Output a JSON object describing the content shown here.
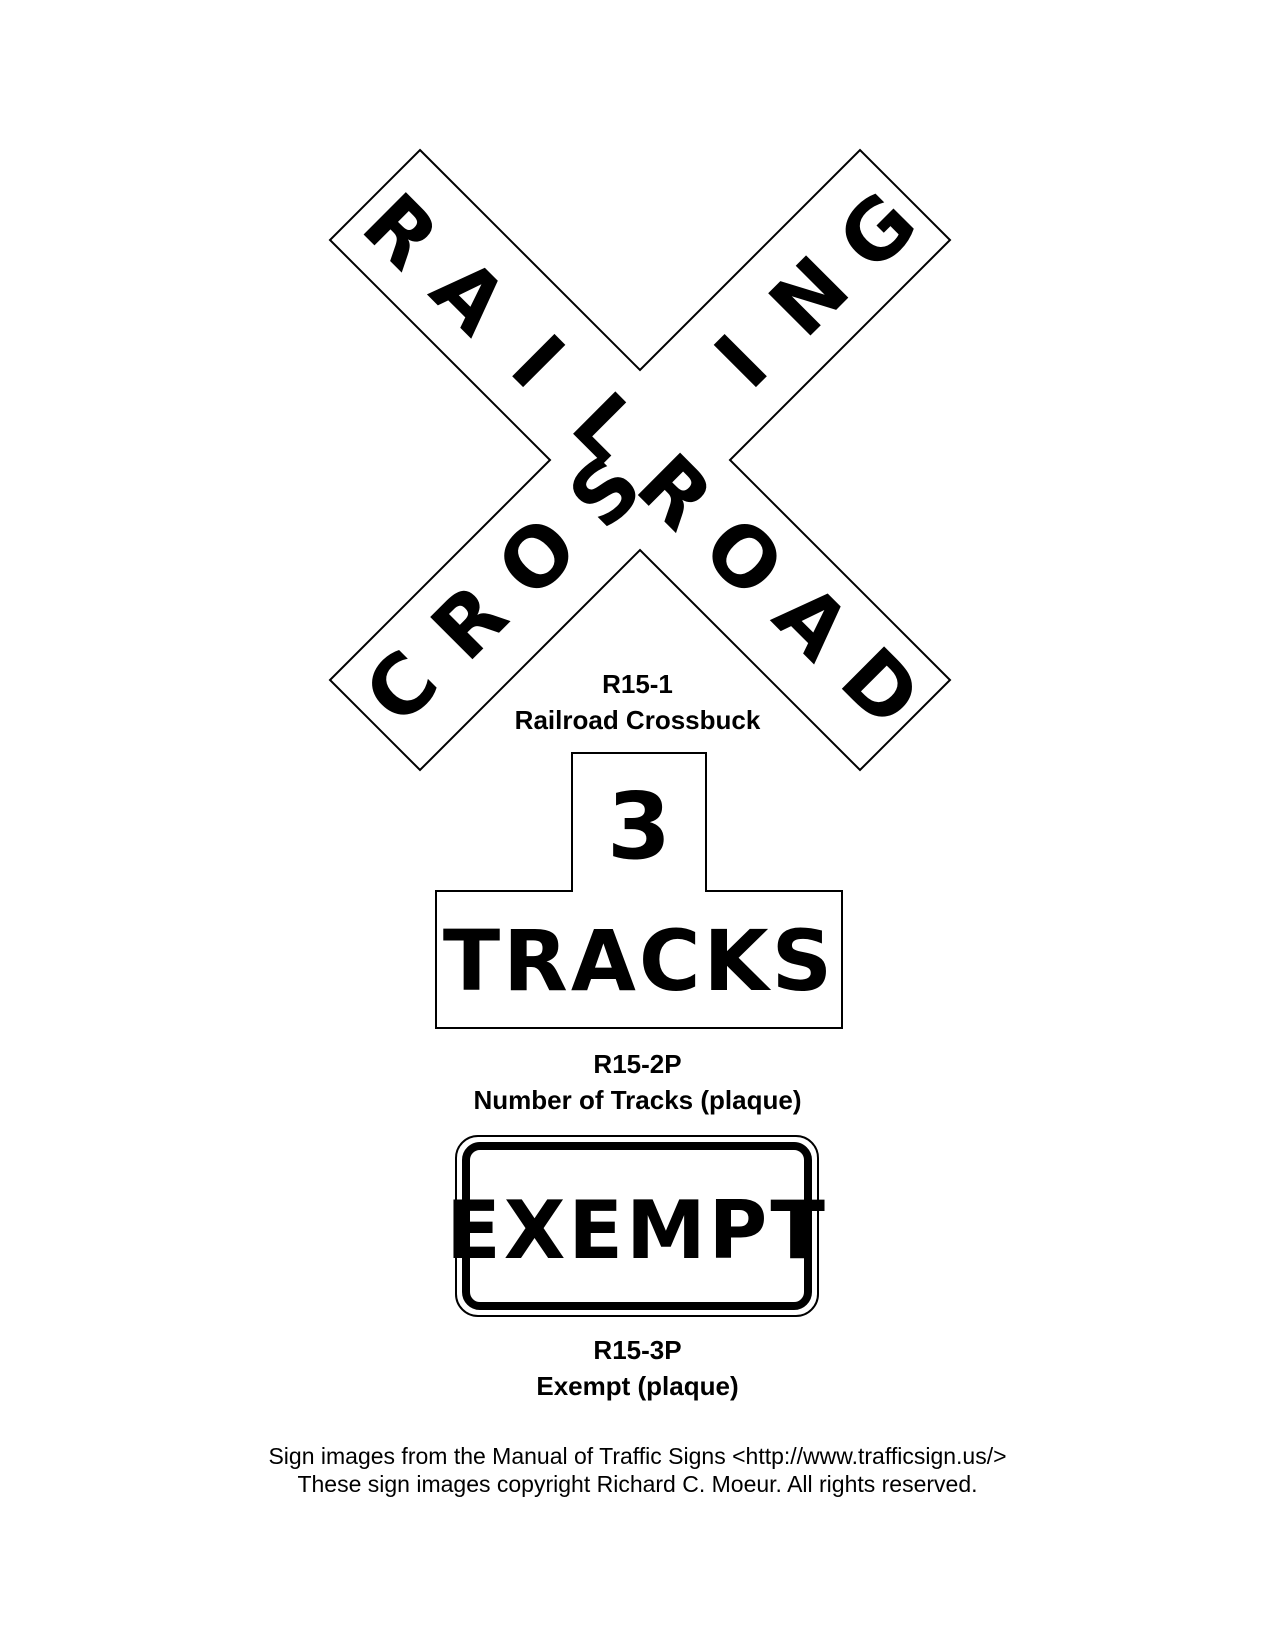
{
  "crossbuck": {
    "left_arm_letters": [
      "R",
      "A",
      "I",
      "L",
      "R",
      "O",
      "A",
      "D"
    ],
    "right_arm_letters": [
      "C",
      "R",
      "O",
      "S",
      "S",
      "I",
      "N",
      "G"
    ],
    "code": "R15-1",
    "name": "Railroad Crossbuck"
  },
  "tracks_plaque": {
    "number": "3",
    "word": "TRACKS",
    "code": "R15-2P",
    "name": "Number of Tracks (plaque)"
  },
  "exempt_plaque": {
    "word": "EXEMPT",
    "code": "R15-3P",
    "name": "Exempt (plaque)"
  },
  "footer": {
    "line1": "Sign images from the Manual of Traffic Signs <http://www.trafficsign.us/>",
    "line2": "These sign images copyright Richard C. Moeur. All rights reserved."
  }
}
